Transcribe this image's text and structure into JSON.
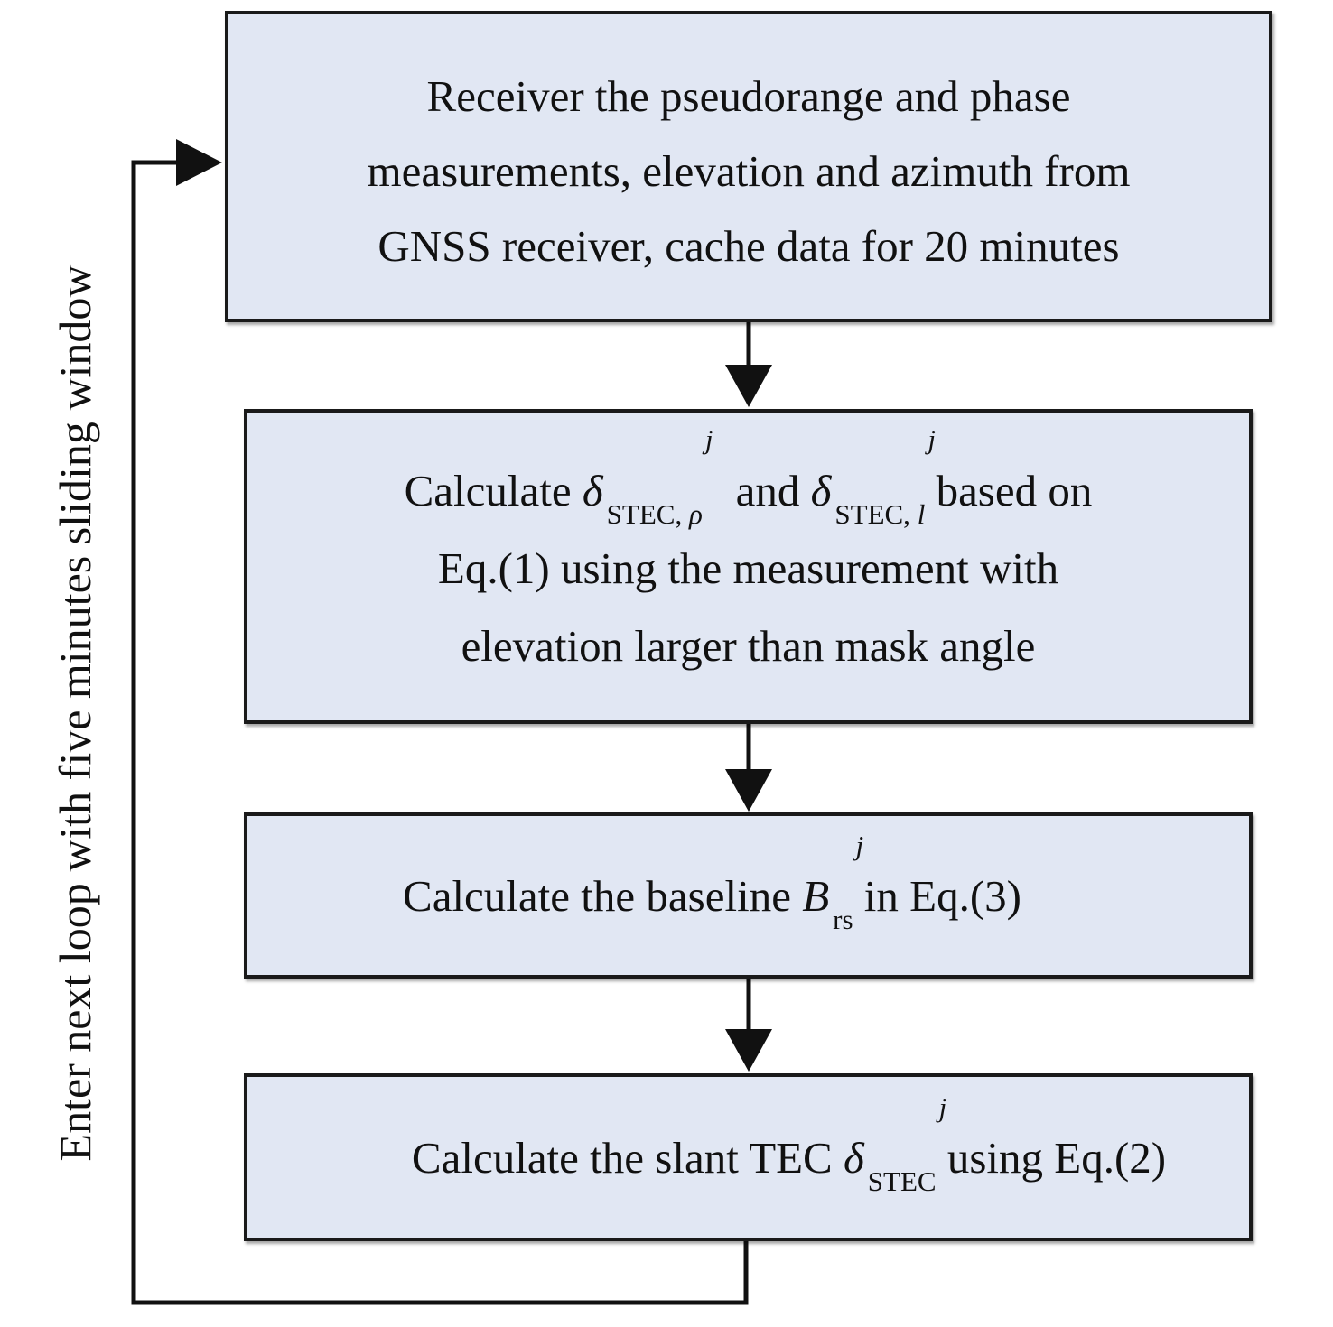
{
  "diagram": {
    "steps": [
      {
        "id": "step-1",
        "lines": [
          "Receiver the pseudorange and phase",
          "measurements, elevation and azimuth from",
          "GNSS receiver, cache data for 20 minutes"
        ]
      },
      {
        "id": "step-2",
        "line1_prefix": "Calculate ",
        "line1_sym1_base": "δ",
        "line1_sym1_sup": "j",
        "line1_sym1_sub": "STEC, ",
        "line1_sym1_sub_var": "ρ",
        "line1_mid": "and ",
        "line1_sym2_base": "δ",
        "line1_sym2_sup": "j",
        "line1_sym2_sub": "STEC, ",
        "line1_sym2_sub_var": "l",
        "line1_suffix": " based on",
        "line2": "Eq.(1) using the measurement with",
        "line3": "elevation larger than mask angle"
      },
      {
        "id": "step-3",
        "prefix": "Calculate the baseline ",
        "sym_base": "B",
        "sym_sup": "j",
        "sym_sub": "rs",
        "suffix": " in Eq.(3)"
      },
      {
        "id": "step-4",
        "prefix": "Calculate the slant TEC ",
        "sym_base": "δ",
        "sym_sup": "j",
        "sym_sub": "STEC",
        "suffix": " using Eq.(2)"
      }
    ],
    "loop_label": "Enter next loop with five minutes sliding window",
    "colors": {
      "box_fill": "#e1e7f3",
      "stroke": "#1a1a1a"
    }
  }
}
